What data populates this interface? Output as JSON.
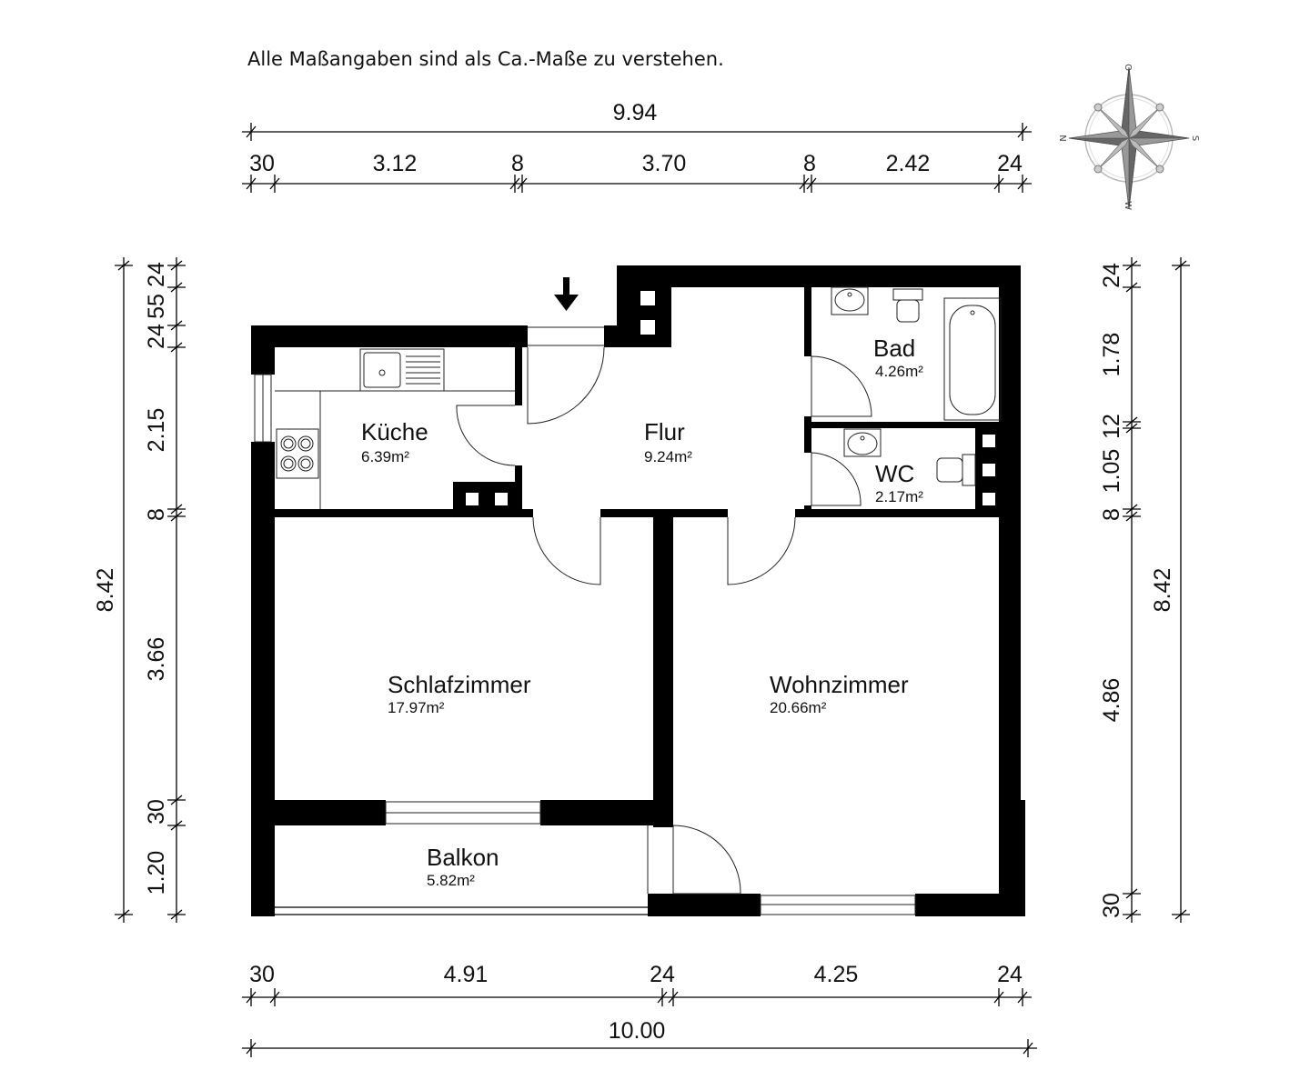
{
  "note": "Alle Maßangaben sind als Ca.-Maße zu verstehen.",
  "dimensions": {
    "top_total": "9.94",
    "top_segments": [
      "30",
      "3.12",
      "8",
      "3.70",
      "8",
      "2.42",
      "24"
    ],
    "bottom_segments": [
      "30",
      "4.91",
      "24",
      "4.25",
      "24"
    ],
    "bottom_total": "10.00",
    "left_total": "8.42",
    "left_segments": [
      "24",
      "55",
      "24",
      "2.15",
      "8",
      "3.66",
      "30",
      "1.20"
    ],
    "right_total": "8.42",
    "right_segments": [
      "24",
      "1.78",
      "12",
      "1.05",
      "8",
      "4.86",
      "30"
    ]
  },
  "rooms": [
    {
      "name": "Küche",
      "area": "6.39m²"
    },
    {
      "name": "Flur",
      "area": "9.24m²"
    },
    {
      "name": "Bad",
      "area": "4.26m²"
    },
    {
      "name": "WC",
      "area": "2.17m²"
    },
    {
      "name": "Schlafzimmer",
      "area": "17.97m²"
    },
    {
      "name": "Wohnzimmer",
      "area": "20.66m²"
    },
    {
      "name": "Balkon",
      "area": "5.82m²"
    }
  ],
  "compass": {
    "north": "N",
    "east": "O",
    "south": "S",
    "west": "W"
  },
  "icons": {
    "entrance": "entrance-arrow-icon",
    "compass": "compass-rose-icon",
    "stove": "stove-icon",
    "sink": "kitchen-sink-icon",
    "toilet": "toilet-icon",
    "bathtub": "bathtub-icon",
    "washbasin": "washbasin-icon"
  }
}
